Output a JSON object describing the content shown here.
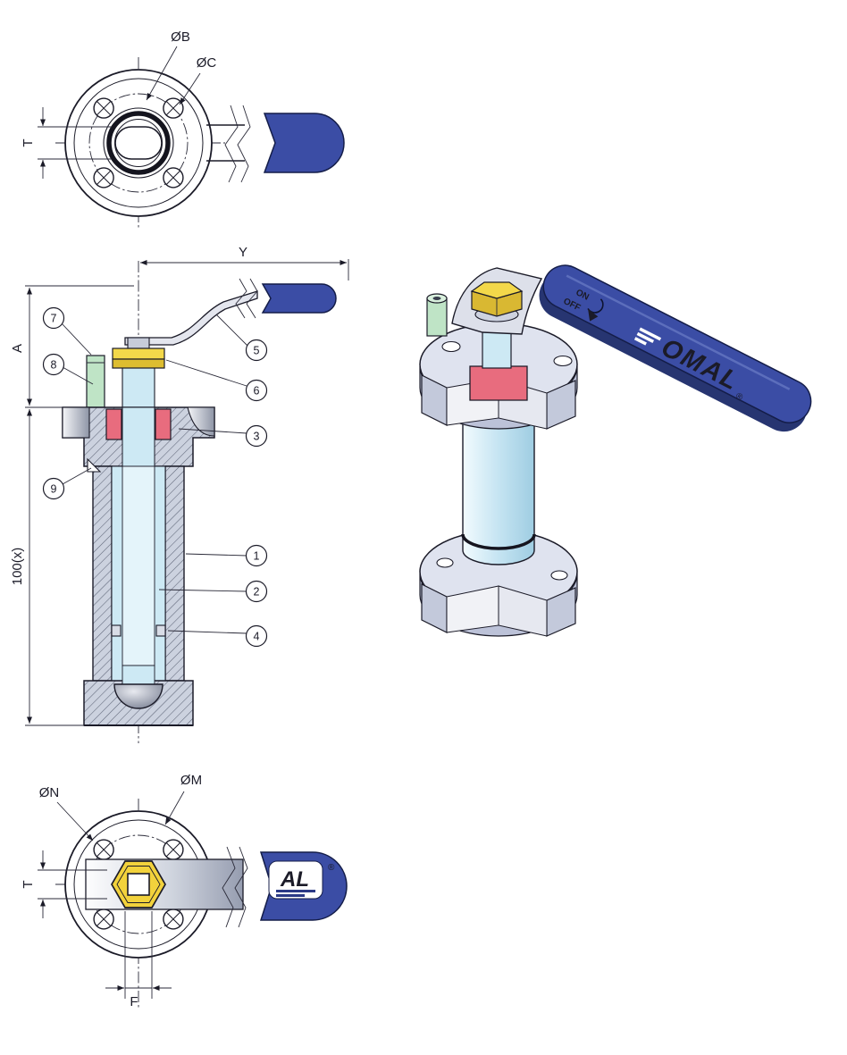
{
  "drawing": {
    "type": "technical-drawing",
    "subject": "ball valve sections and views"
  },
  "views": {
    "top": {
      "dim_b": "ØB",
      "dim_c": "ØC",
      "dim_t": "T"
    },
    "section": {
      "dim_y": "Y",
      "dim_a": "A",
      "dim_len": "100(x)",
      "callouts": {
        "c1": "1",
        "c2": "2",
        "c3": "3",
        "c4": "4",
        "c5": "5",
        "c6": "6",
        "c7": "7",
        "c8": "8",
        "c9": "9"
      }
    },
    "iso": {
      "on_label": "ON",
      "off_label": "OFF",
      "brand": "OMAL",
      "registered": "®"
    },
    "bottom": {
      "dim_n": "ØN",
      "dim_m": "ØM",
      "dim_t": "T",
      "dim_f": "F",
      "brand_partial": "AL",
      "registered": "®"
    }
  },
  "palette": {
    "handle_blue": "#3b4da5",
    "handle_blue_dark": "#273571",
    "seal_pink": "#e86c7e",
    "nut_yellow": "#f2d23c",
    "pin_green": "#bfe4c6",
    "bore_blue": "#cde9f4",
    "metal_gray": "#b9bfd4",
    "line": "#1b1b28"
  }
}
